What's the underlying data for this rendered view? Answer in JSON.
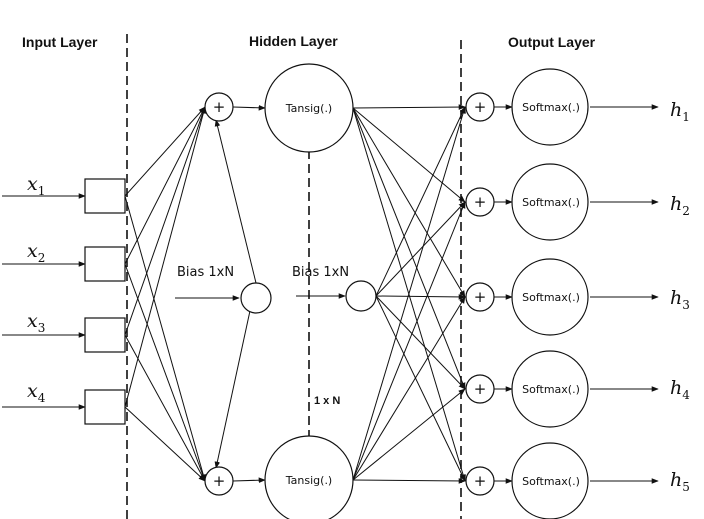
{
  "headers": {
    "input": "Input Layer",
    "hidden": "Hidden Layer",
    "output": "Output Layer"
  },
  "inputs": [
    {
      "base": "x",
      "sub": "1"
    },
    {
      "base": "x",
      "sub": "2"
    },
    {
      "base": "x",
      "sub": "3"
    },
    {
      "base": "x",
      "sub": "4"
    }
  ],
  "bias_labels": [
    "Bias 1xN",
    "Bias 1xN"
  ],
  "hidden_activation": "Tansig(.)",
  "output_activation": "Softmax(.)",
  "plus_symbol": "+",
  "dimension_label": "1 x N",
  "outputs": [
    {
      "base": "h",
      "sub": "1"
    },
    {
      "base": "h",
      "sub": "2"
    },
    {
      "base": "h",
      "sub": "3"
    },
    {
      "base": "h",
      "sub": "4"
    },
    {
      "base": "h",
      "sub": "5"
    }
  ],
  "colors": {
    "stroke": "#111111",
    "background": "#ffffff"
  }
}
